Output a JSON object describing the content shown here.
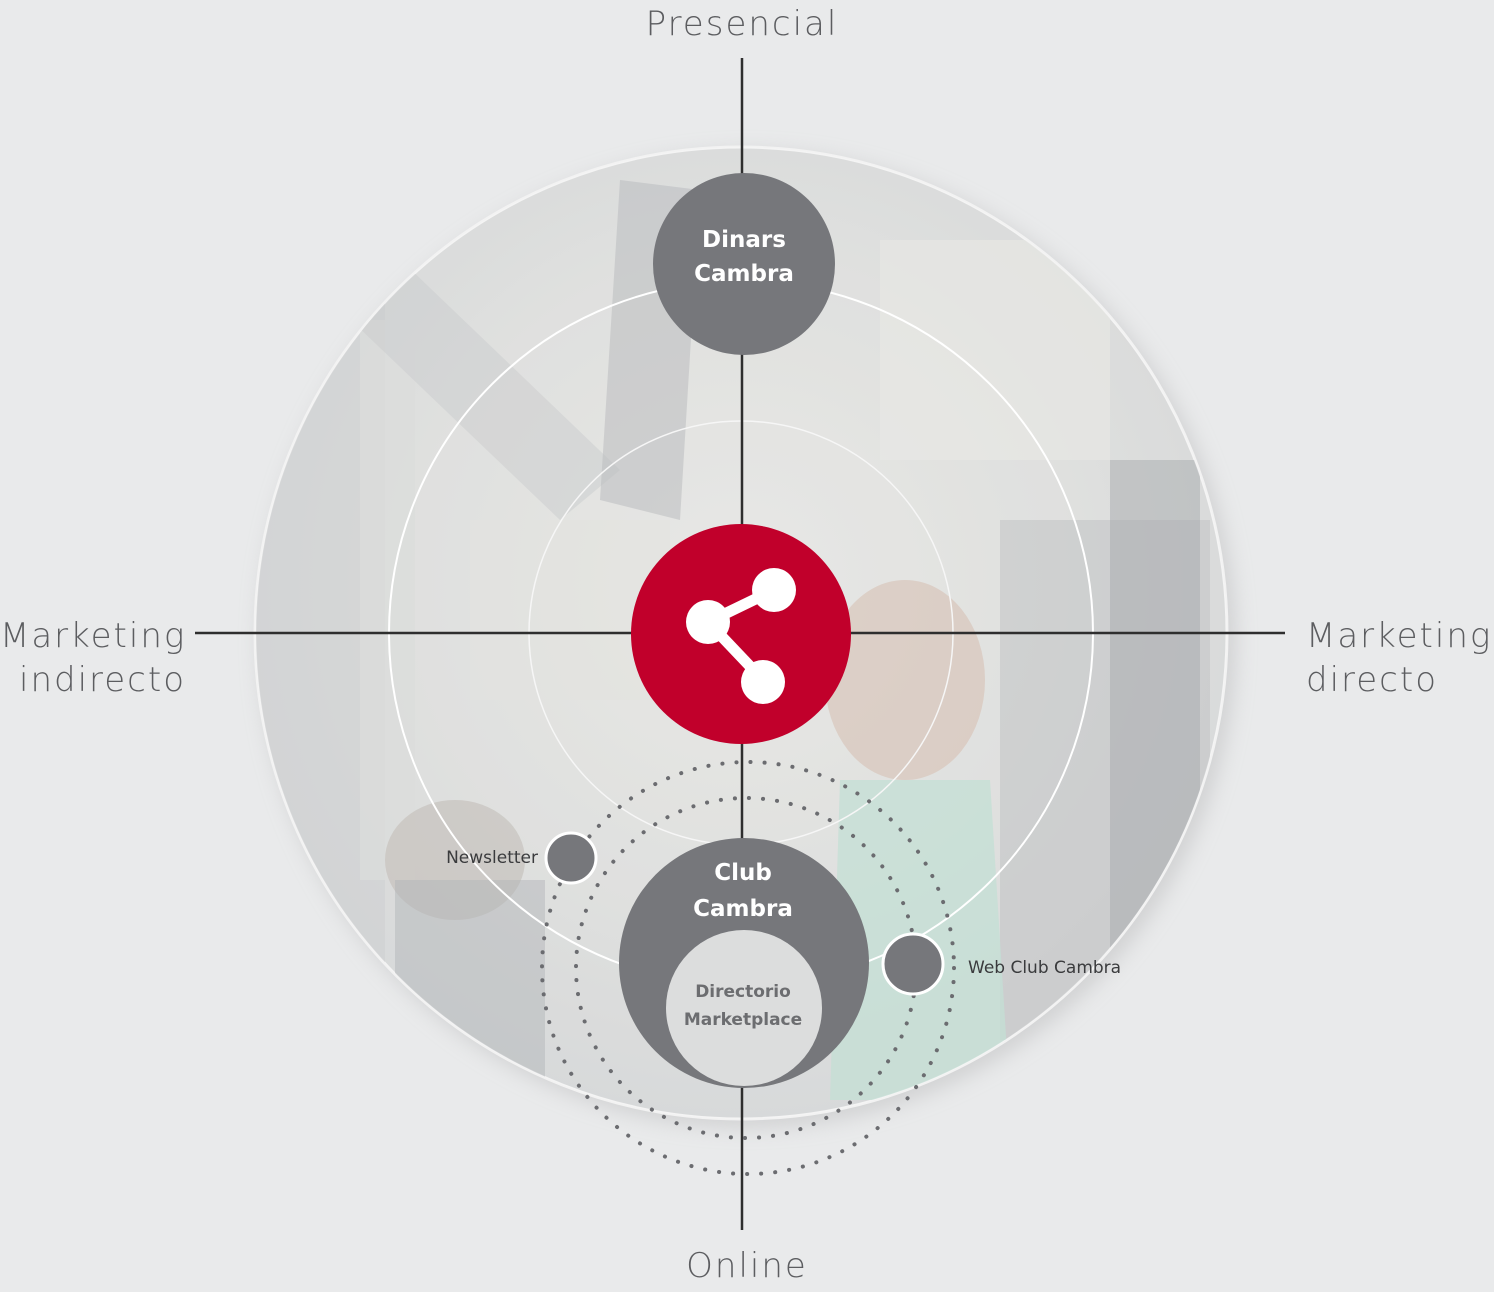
{
  "axes": {
    "top": "Presencial",
    "bottom": "Online",
    "left": [
      "Marketing",
      "indirecto"
    ],
    "right": [
      "Marketing",
      "directo"
    ]
  },
  "center": {
    "icon": "share-icon",
    "color": "#c1002b"
  },
  "nodes": {
    "dinars": {
      "line1": "Dinars",
      "line2": "Cambra"
    },
    "club": {
      "line1": "Club",
      "line2": "Cambra"
    },
    "directorio": {
      "line1": "Directorio",
      "line2": "Marketplace"
    },
    "newsletter": {
      "label": "Newsletter"
    },
    "web": {
      "label": "Web Club Cambra"
    }
  },
  "colors": {
    "background": "#e9eaeb",
    "node_gray": "#76777b",
    "accent_red": "#c1002b",
    "axis_line": "#333333"
  }
}
